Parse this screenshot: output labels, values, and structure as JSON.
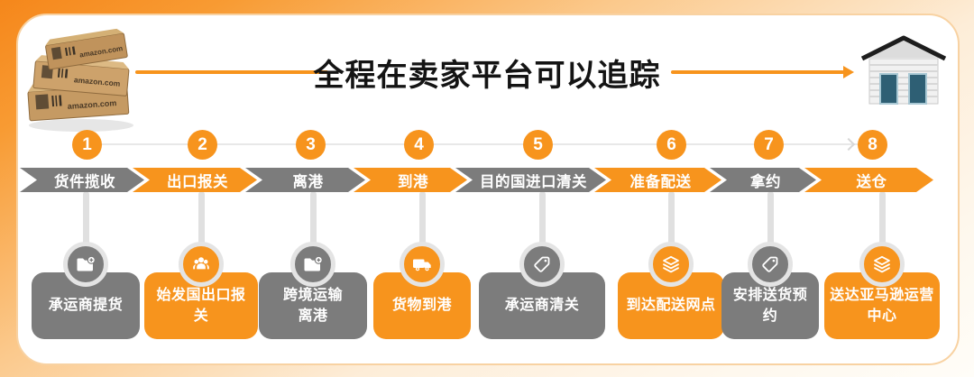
{
  "title": "全程在卖家平台可以追踪",
  "header": {
    "boxes_illustration": "amazon-parcel-boxes",
    "boxes_brand_text": "amazon.com",
    "warehouse_illustration": "warehouse-building"
  },
  "steps": [
    {
      "num": "1",
      "label": "货件揽收",
      "tone": "gray",
      "card": "承运商提货",
      "icon": "folder-plus-icon"
    },
    {
      "num": "2",
      "label": "出口报关",
      "tone": "orange",
      "card": "始发国出口报关",
      "icon": "team-icon"
    },
    {
      "num": "3",
      "label": "离港",
      "tone": "gray",
      "card": "跨境运输\n离港",
      "icon": "folder-plus-icon"
    },
    {
      "num": "4",
      "label": "到港",
      "tone": "orange",
      "card": "货物到港",
      "icon": "truck-icon"
    },
    {
      "num": "5",
      "label": "目的国进口清关",
      "tone": "gray",
      "card": "承运商清关",
      "icon": "tag-icon"
    },
    {
      "num": "6",
      "label": "准备配送",
      "tone": "orange",
      "card": "到达配送网点",
      "icon": "layers-icon"
    },
    {
      "num": "7",
      "label": "拿约",
      "tone": "gray",
      "card": "安排送货预约",
      "icon": "tag-icon"
    },
    {
      "num": "8",
      "label": "送仓",
      "tone": "orange",
      "card": "送达亚马逊运营\n中心",
      "icon": "layers-icon"
    }
  ],
  "colors": {
    "accent_orange": "#F7941D",
    "step_gray": "#7C7C7C",
    "connector_gray": "#E0E0E0",
    "ring_gray": "#E4E4E4",
    "title_color": "#141414",
    "panel_border": "#F8D2A2"
  }
}
